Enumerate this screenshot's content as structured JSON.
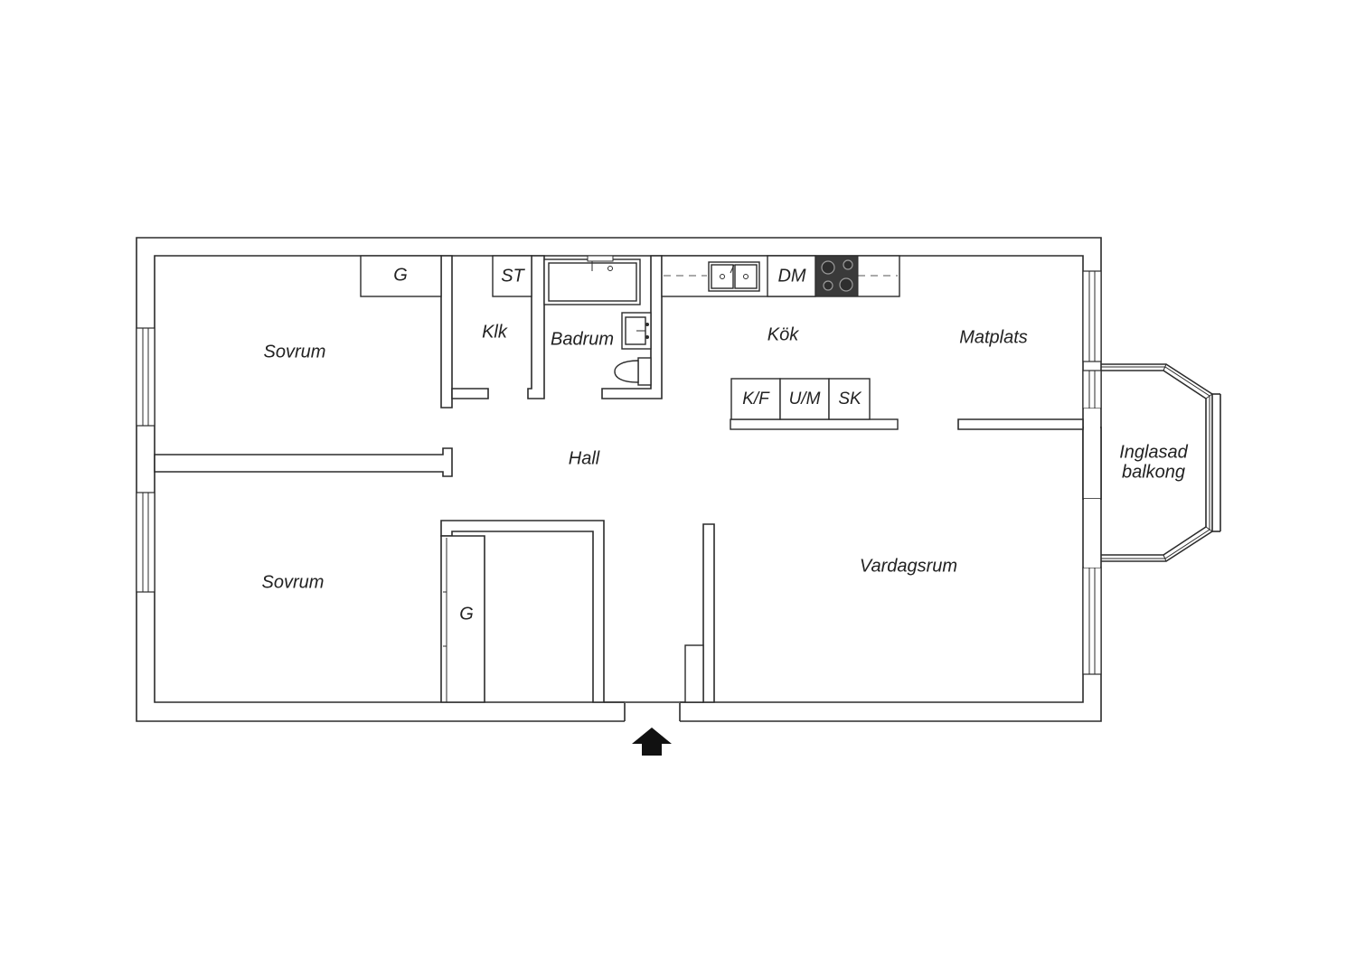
{
  "plan": {
    "rooms": {
      "bedroom_top": "Sovrum",
      "bedroom_bottom": "Sovrum",
      "closet": "Klk",
      "bathroom": "Badrum",
      "kitchen": "Kök",
      "dining": "Matplats",
      "hall": "Hall",
      "living": "Vardagsrum",
      "balcony_line1": "Inglasad",
      "balcony_line2": "balkong"
    },
    "fixtures": {
      "wardrobe_top": "G",
      "wardrobe_bottom": "G",
      "storage": "ST",
      "dishwasher": "DM",
      "fridge_freezer": "K/F",
      "oven_micro": "U/M",
      "cabinet": "SK"
    },
    "icons": {
      "entrance": "entrance-arrow-icon",
      "stove": "stove-icon",
      "sink": "kitchen-sink-icon",
      "bathtub": "bathtub-icon",
      "toilet": "toilet-icon",
      "washbasin": "washbasin-icon"
    }
  }
}
